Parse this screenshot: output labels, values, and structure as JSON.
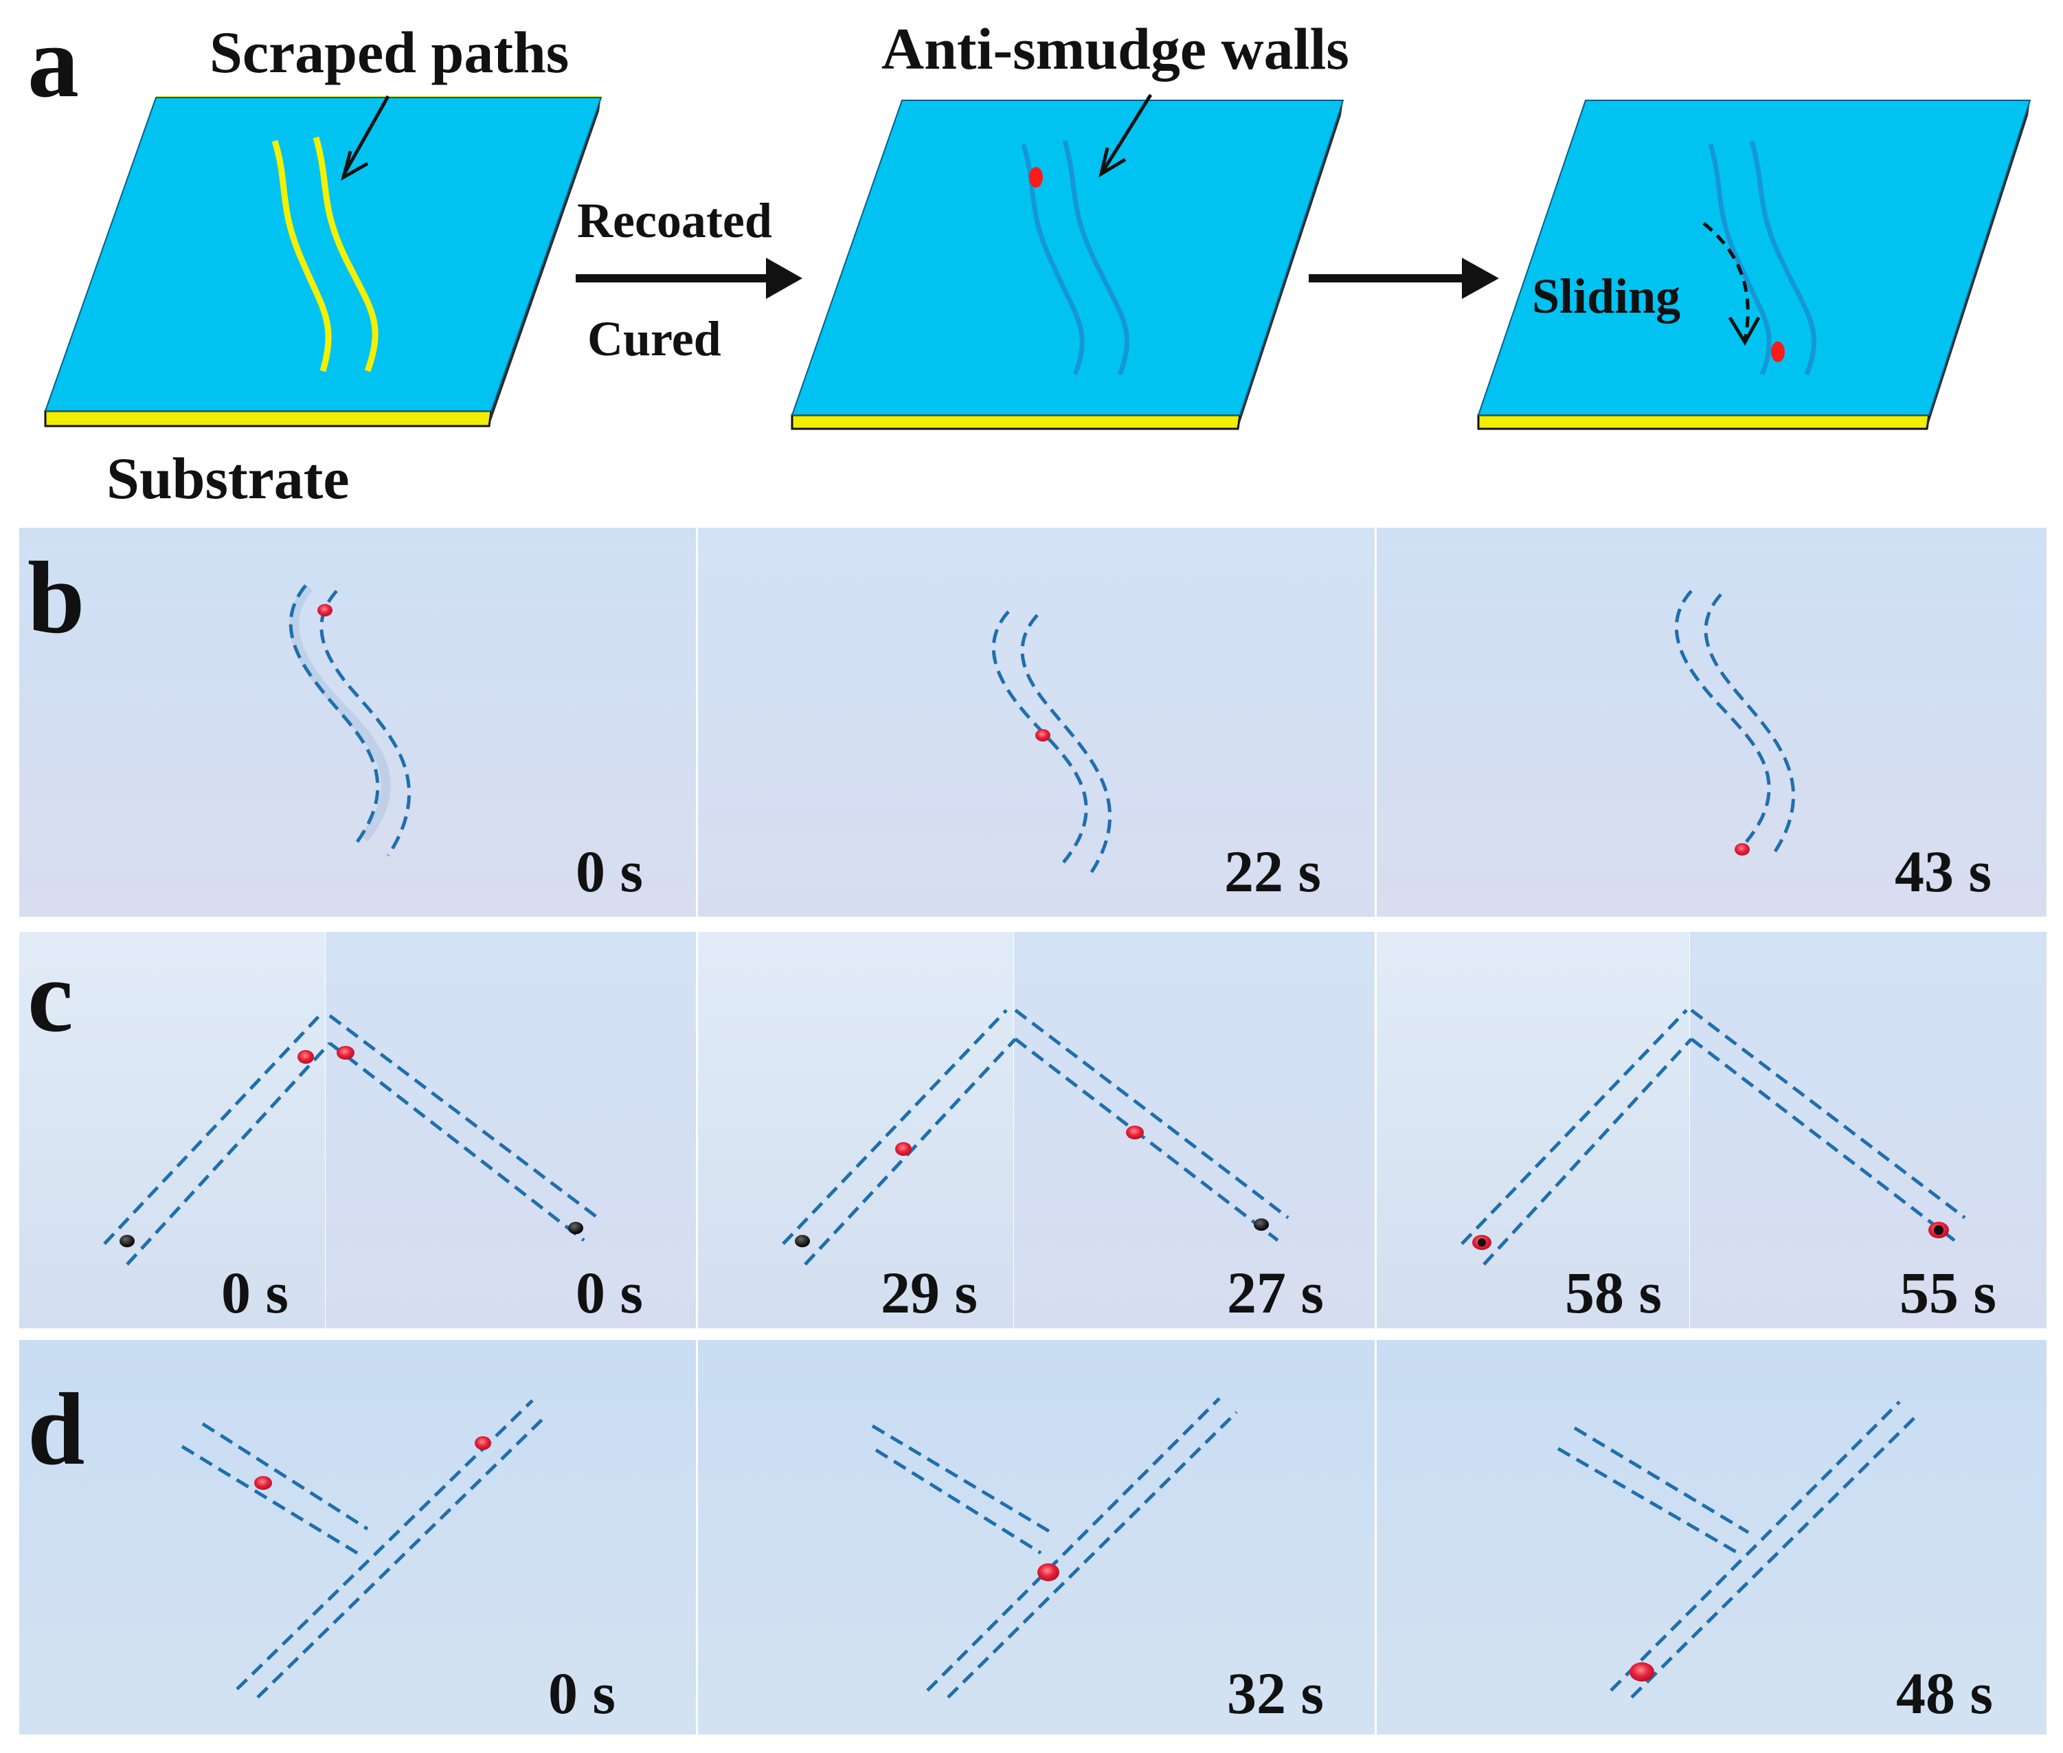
{
  "panel_a": {
    "label": "a",
    "scraped_paths": "Scraped paths",
    "anti_smudge_walls": "Anti-smudge walls",
    "recoated": "Recoated",
    "cured": "Cured",
    "sliding": "Sliding",
    "substrate": "Substrate",
    "colors": {
      "coating": "#00c3f2",
      "substrate": "#f5f000",
      "path": "#f2f200",
      "droplet": "#ff1a1a",
      "wall": "#1a8fd0"
    }
  },
  "panel_b": {
    "label": "b",
    "times": [
      "0 s",
      "22 s",
      "43 s"
    ]
  },
  "panel_c": {
    "label": "c",
    "times": [
      "0 s",
      "0 s",
      "29 s",
      "27 s",
      "58 s",
      "55 s"
    ]
  },
  "panel_d": {
    "label": "d",
    "times": [
      "0 s",
      "32 s",
      "48 s"
    ]
  }
}
